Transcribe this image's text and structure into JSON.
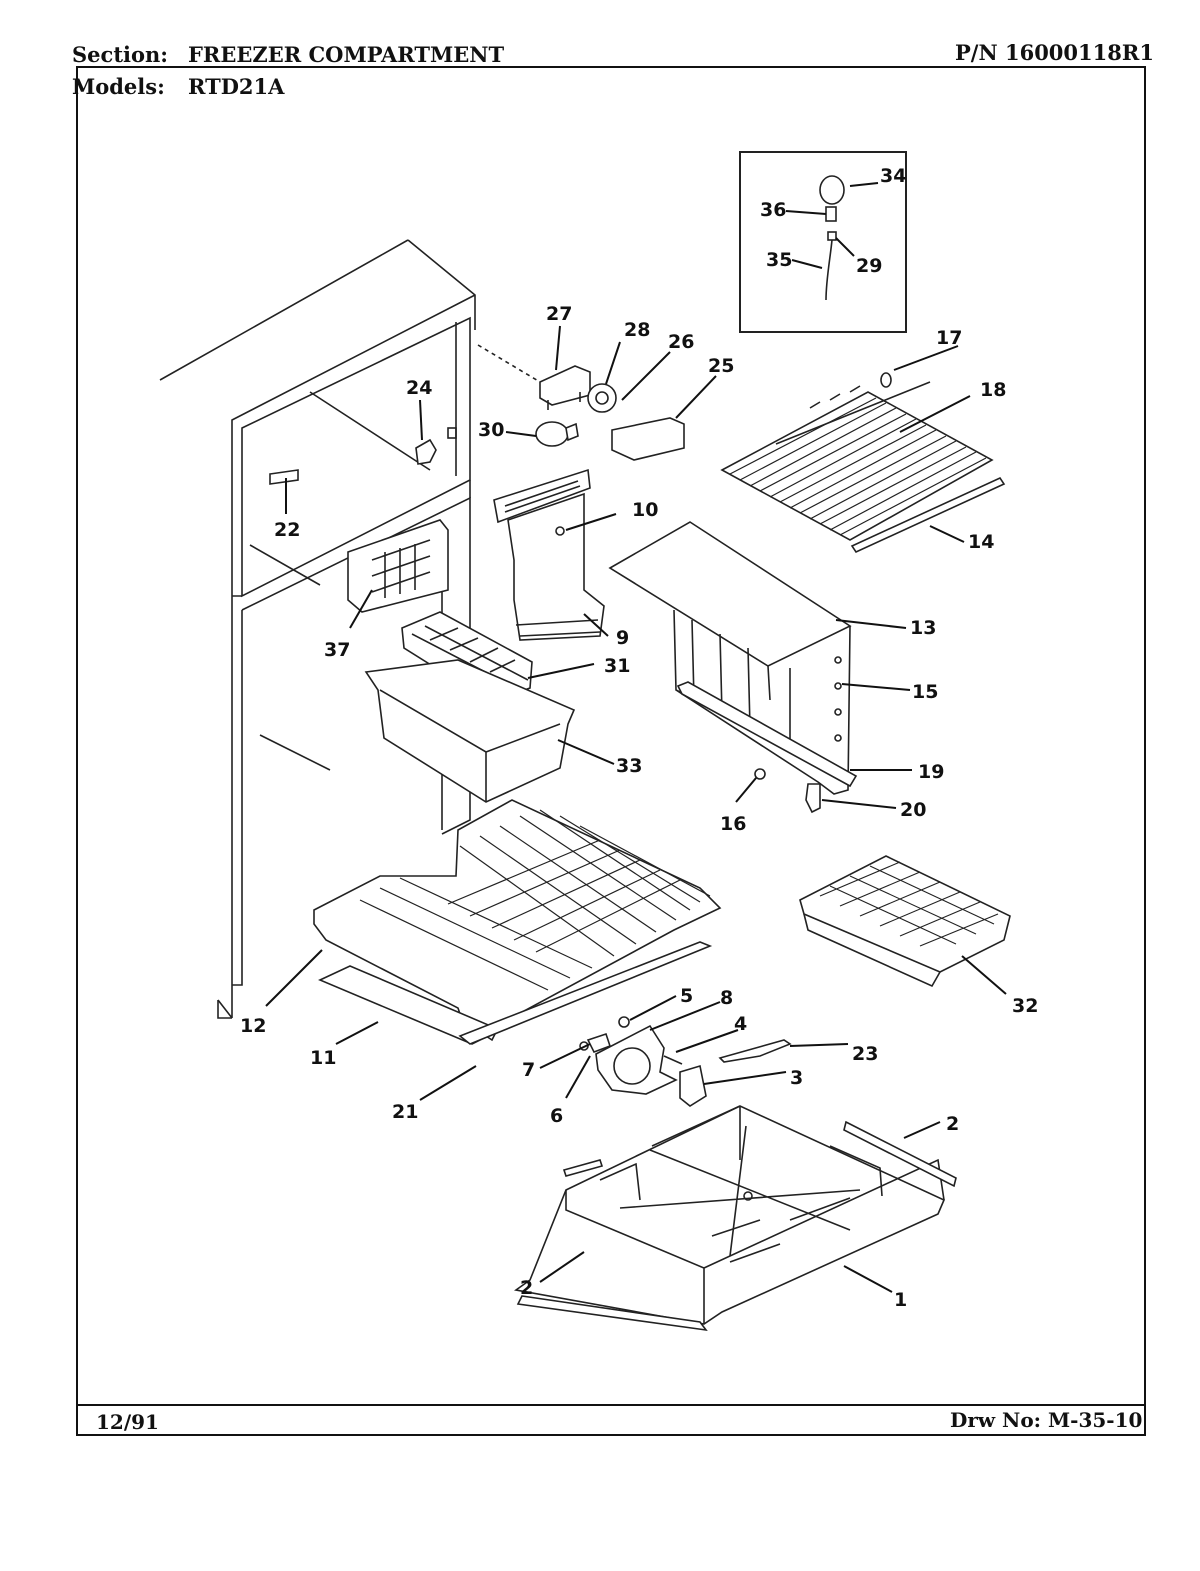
{
  "header": {
    "section_label": "Section:",
    "section_value": "FREEZER COMPARTMENT",
    "part_number": "P/N 16000118R1",
    "models_label": "Models:",
    "models_value": "RTD21A"
  },
  "footer": {
    "date": "12/91",
    "drawing_number": "Drw No: M-35-10"
  },
  "callouts": {
    "c1": "1",
    "c2a": "2",
    "c2b": "2",
    "c3": "3",
    "c4": "4",
    "c5": "5",
    "c6": "6",
    "c7": "7",
    "c8": "8",
    "c9": "9",
    "c10": "10",
    "c11": "11",
    "c12": "12",
    "c13": "13",
    "c14": "14",
    "c15": "15",
    "c16": "16",
    "c17": "17",
    "c18": "18",
    "c19": "19",
    "c20": "20",
    "c21": "21",
    "c22": "22",
    "c23": "23",
    "c24": "24",
    "c25": "25",
    "c26": "26",
    "c27": "27",
    "c28": "28",
    "c29": "29",
    "c30": "30",
    "c31": "31",
    "c32": "32",
    "c33": "33",
    "c34": "34",
    "c35": "35",
    "c36": "36",
    "c37": "37"
  }
}
